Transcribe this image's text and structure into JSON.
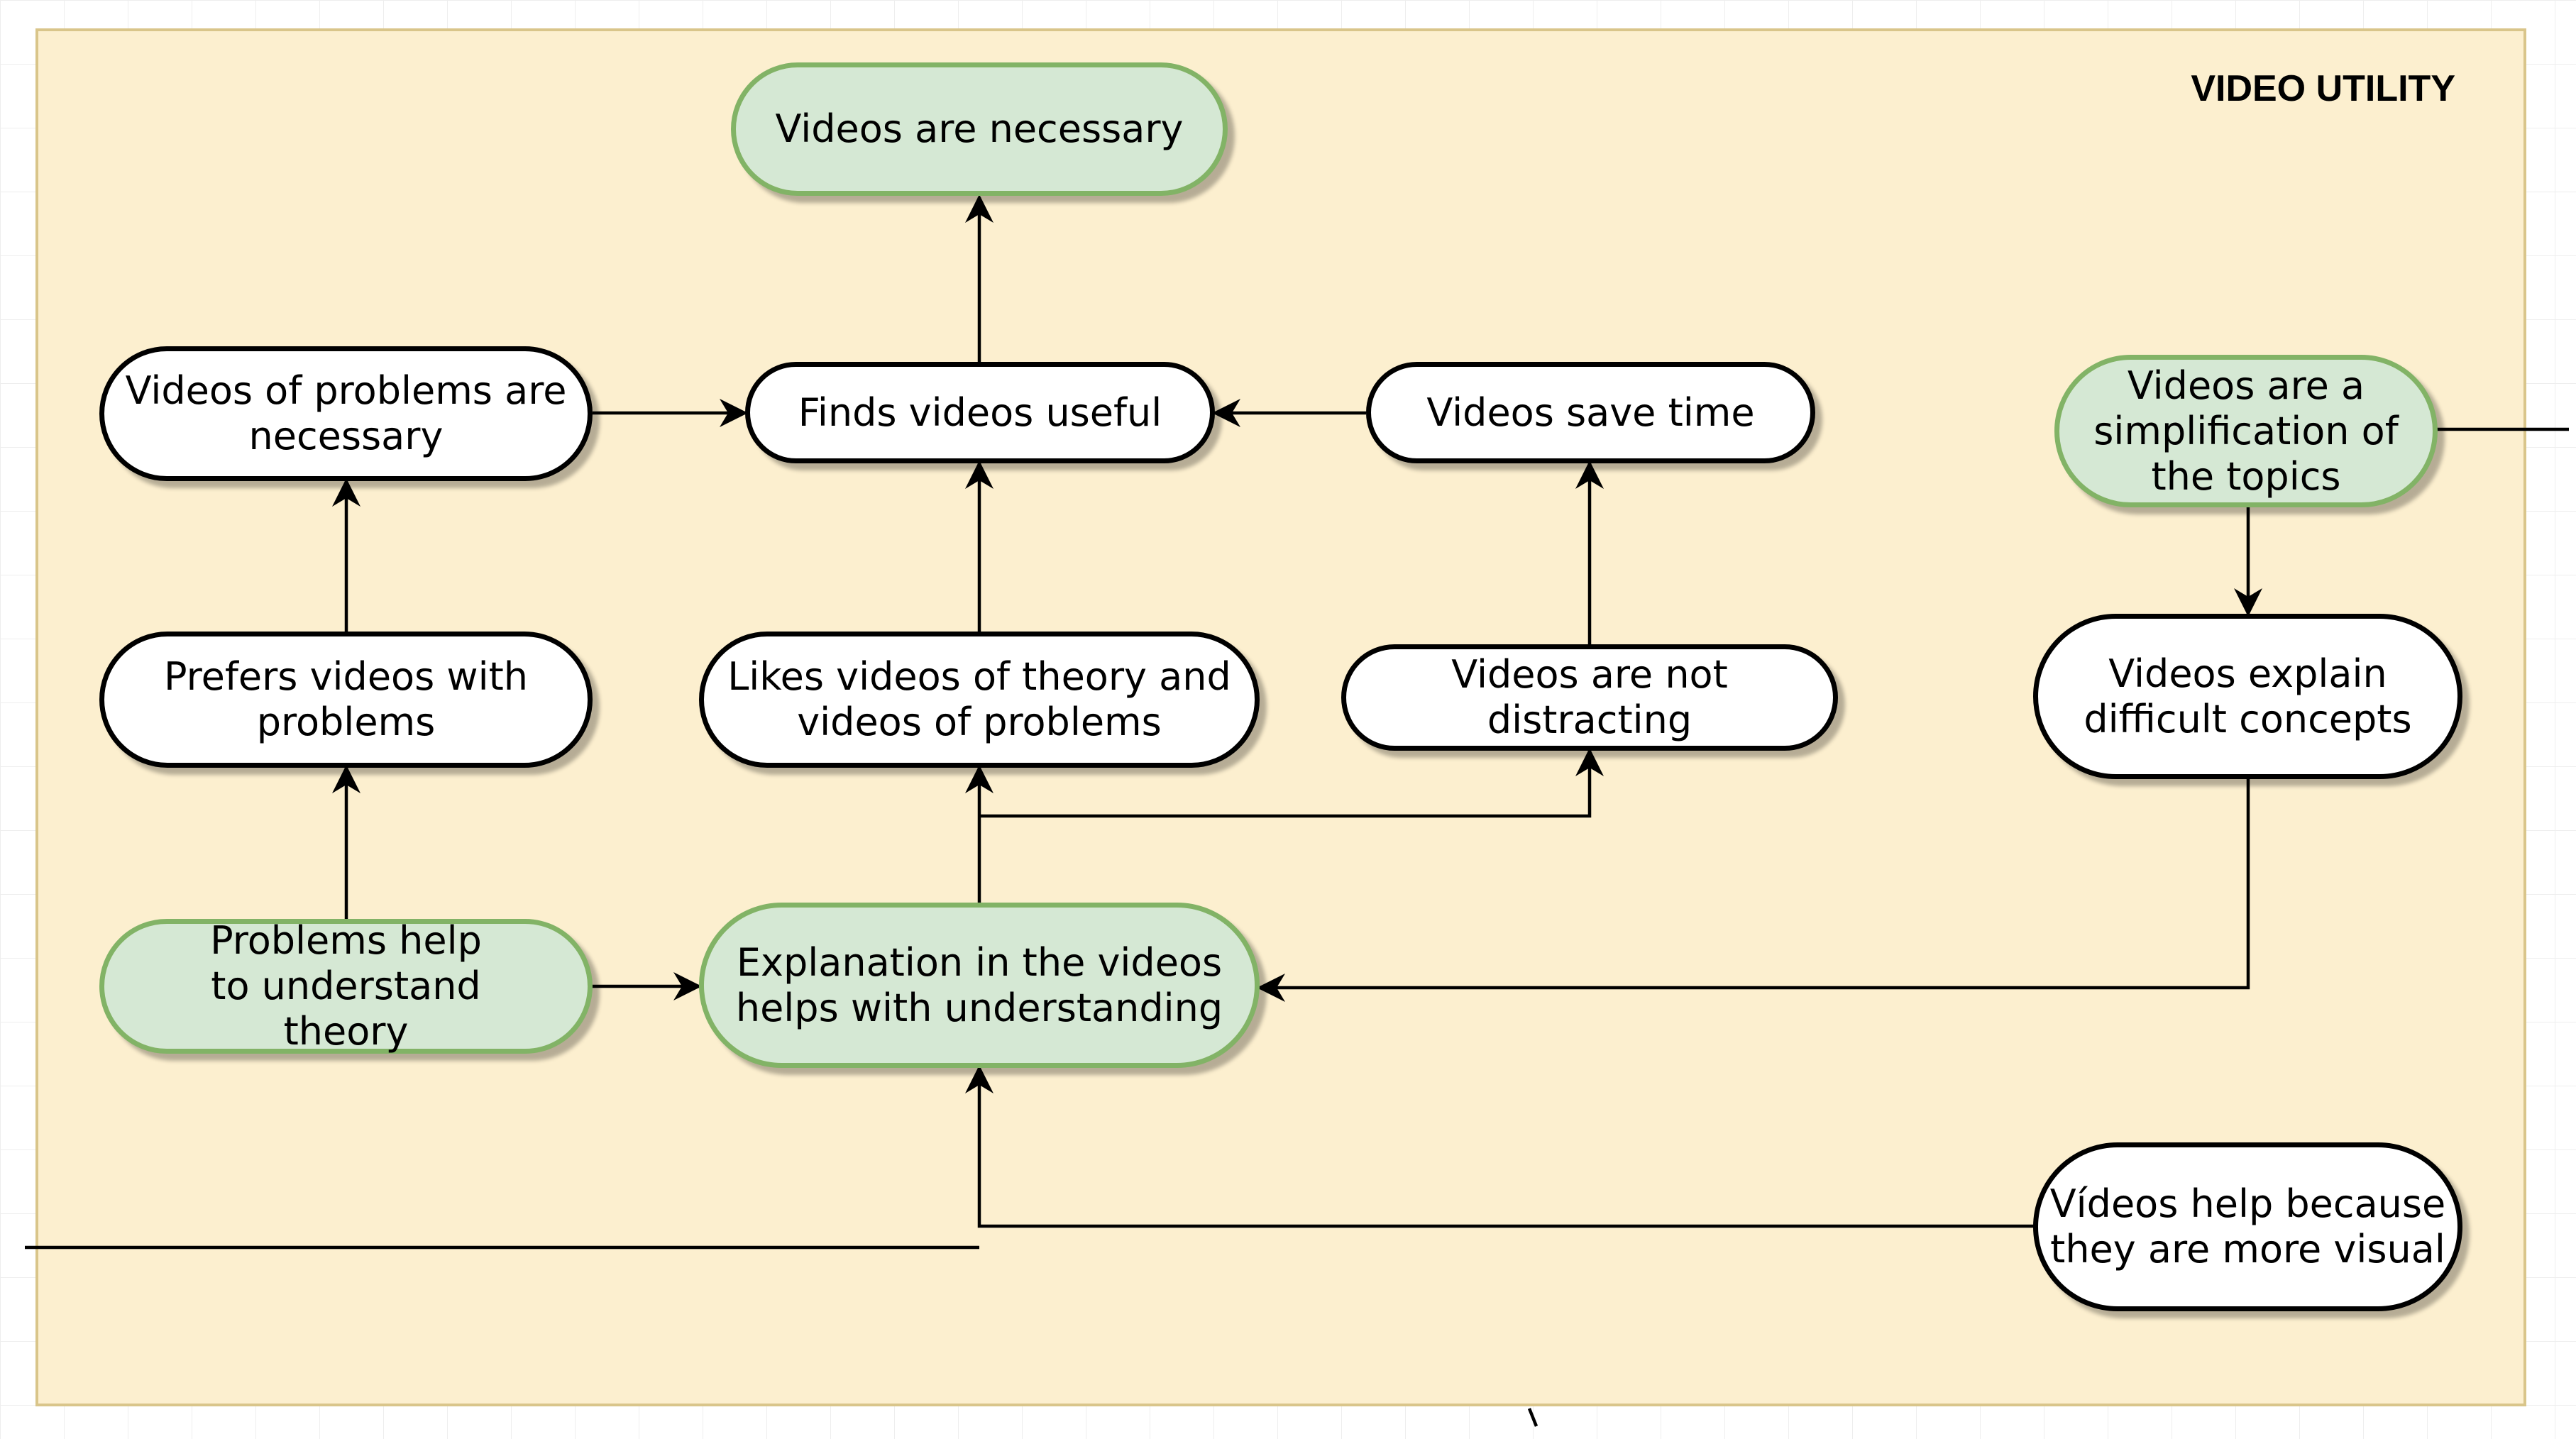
{
  "title": "VIDEO UTILITY",
  "colors": {
    "frame_fill": "#fcefcf",
    "frame_border": "#d9c58a",
    "green_fill": "#d5e8d4",
    "green_border": "#82b366",
    "white_fill": "#ffffff"
  },
  "nodes": {
    "videos_necessary": "Videos are necessary",
    "problems_necessary": "Videos of problems are necessary",
    "finds_useful": "Finds videos useful",
    "save_time": "Videos save time",
    "simplification": "Videos are a simplification of the topics",
    "prefers_problems": "Prefers videos with problems",
    "likes_both": "Likes videos of theory and videos of problems",
    "not_distracting": "Videos are not distracting",
    "explain_concepts": "Videos explain difficult concepts",
    "problems_help": "Problems help to understand theory",
    "explanation_helps": "Explanation in the videos helps with understanding",
    "more_visual": "Vídeos help because they are more visual"
  }
}
